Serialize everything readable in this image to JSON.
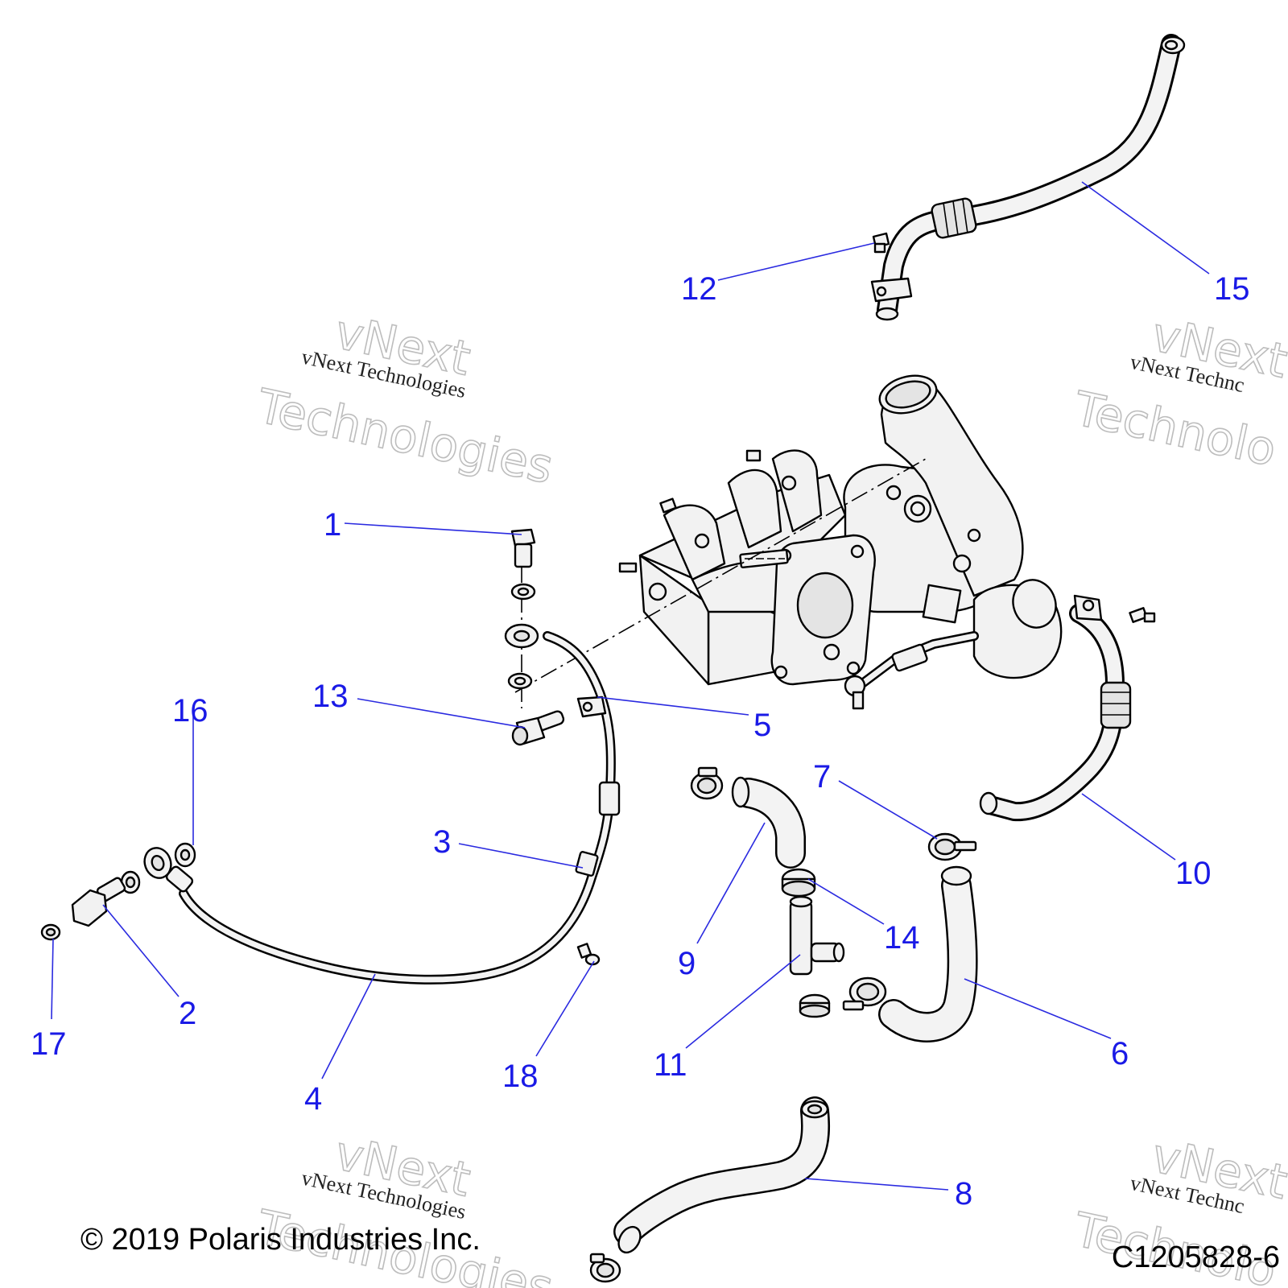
{
  "callouts": [
    {
      "id": "1",
      "label": "1"
    },
    {
      "id": "2",
      "label": "2"
    },
    {
      "id": "3",
      "label": "3"
    },
    {
      "id": "4",
      "label": "4"
    },
    {
      "id": "5",
      "label": "5"
    },
    {
      "id": "6",
      "label": "6"
    },
    {
      "id": "7",
      "label": "7"
    },
    {
      "id": "8",
      "label": "8"
    },
    {
      "id": "9",
      "label": "9"
    },
    {
      "id": "10",
      "label": "10"
    },
    {
      "id": "11",
      "label": "11"
    },
    {
      "id": "12",
      "label": "12"
    },
    {
      "id": "13",
      "label": "13"
    },
    {
      "id": "14",
      "label": "14"
    },
    {
      "id": "15",
      "label": "15"
    },
    {
      "id": "16",
      "label": "16"
    },
    {
      "id": "17",
      "label": "17"
    },
    {
      "id": "18",
      "label": "18"
    }
  ],
  "watermark": {
    "line1": "vNext Technologies",
    "big_a": "vNext",
    "big_b": "Technologies",
    "line1_cut": "vNext Technc",
    "big_a_cut": "vNext",
    "big_b_cut": "Technolo"
  },
  "footer": {
    "copyright": "© 2019 Polaris Industries Inc.",
    "drawing_number": "C1205828-6"
  },
  "colors": {
    "callout": "#1a1ae6",
    "leader": "#2a2ae0",
    "line_art": "#000000"
  }
}
